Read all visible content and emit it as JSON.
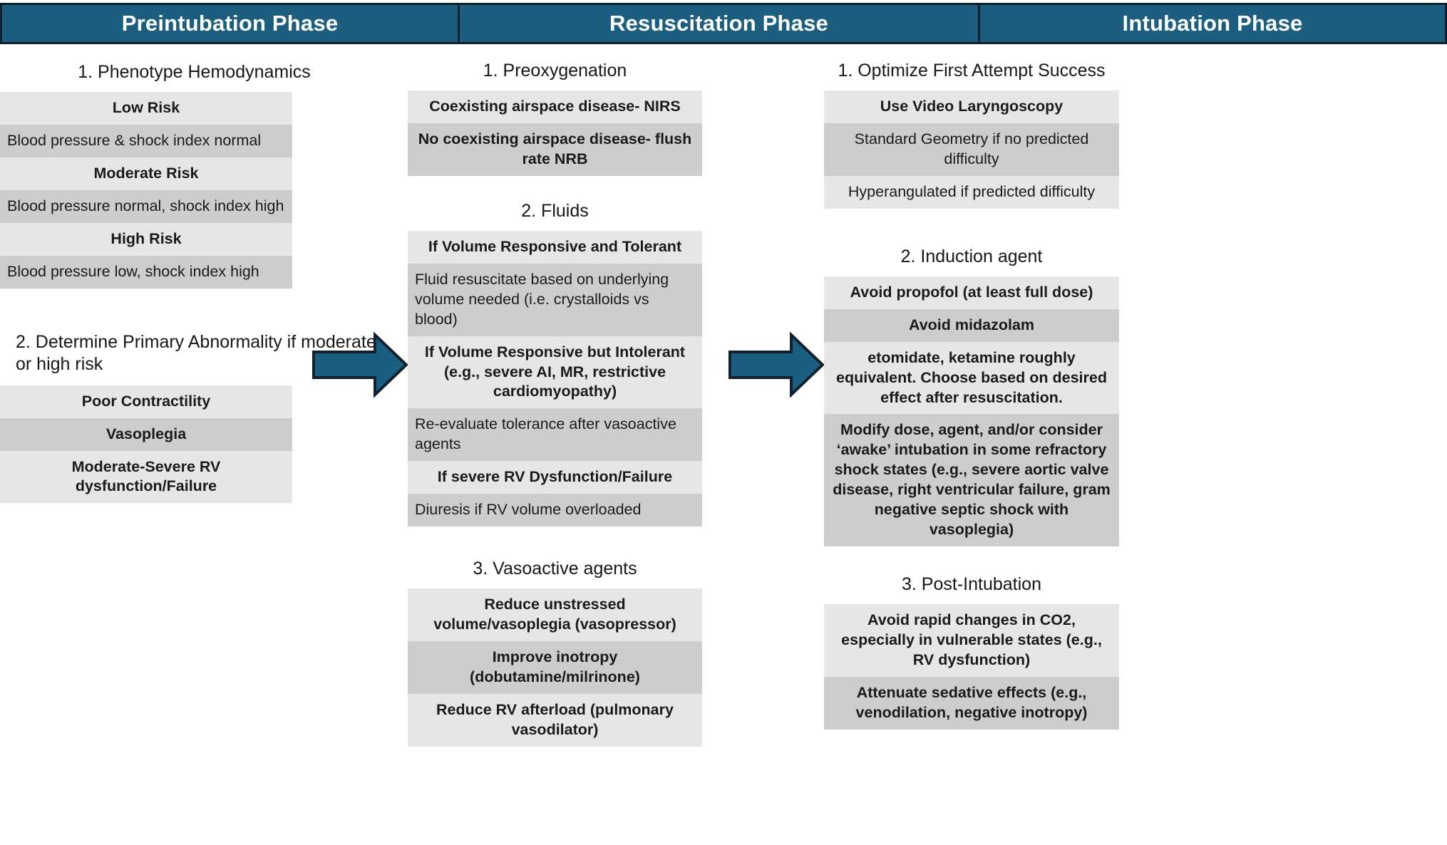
{
  "colors": {
    "header_bg": "#1b5e80",
    "header_border": "#11212e",
    "header_text": "#ffffff",
    "row_light": "#e6e6e6",
    "row_dark": "#cdcdcd",
    "arrow_fill": "#1b5e80",
    "arrow_stroke": "#11212e"
  },
  "headers": {
    "phase1": "Preintubation Phase",
    "phase2": "Resuscitation Phase",
    "phase3": "Intubation Phase"
  },
  "col1": {
    "s1": {
      "title": "1. Phenotype Hemodynamics",
      "rows": [
        "Low Risk",
        "Blood pressure & shock index normal",
        "Moderate Risk",
        "Blood pressure normal, shock index high",
        "High Risk",
        "Blood pressure low, shock index high"
      ]
    },
    "s2": {
      "title": "2. Determine Primary Abnormality if moderate or high risk",
      "rows": [
        "Poor Contractility",
        "Vasoplegia",
        "Moderate-Severe RV dysfunction/Failure"
      ]
    }
  },
  "col2": {
    "s1": {
      "title": "1. Preoxygenation",
      "rows": [
        "Coexisting airspace disease- NIRS",
        "No coexisting airspace disease- flush rate NRB"
      ]
    },
    "s2": {
      "title": "2. Fluids",
      "rows": [
        "If Volume Responsive and Tolerant",
        "Fluid resuscitate based on underlying volume needed (i.e. crystalloids vs blood)",
        "If Volume Responsive but Intolerant (e.g., severe AI, MR, restrictive cardiomyopathy)",
        "Re-evaluate tolerance after vasoactive agents",
        "If severe RV Dysfunction/Failure",
        "Diuresis if RV volume overloaded"
      ]
    },
    "s3": {
      "title": "3. Vasoactive agents",
      "rows": [
        "Reduce unstressed volume/vasoplegia (vasopressor)",
        "Improve inotropy (dobutamine/milrinone)",
        "Reduce RV afterload (pulmonary vasodilator)"
      ]
    }
  },
  "col3": {
    "s1": {
      "title": "1. Optimize First Attempt Success",
      "rows": [
        "Use Video Laryngoscopy",
        "Standard Geometry if no predicted difficulty",
        "Hyperangulated if predicted difficulty"
      ]
    },
    "s2": {
      "title": "2. Induction agent",
      "rows": [
        "Avoid propofol (at least full dose)",
        "Avoid midazolam",
        "etomidate, ketamine roughly equivalent. Choose based on desired effect after resuscitation.",
        "Modify dose, agent, and/or consider ‘awake’ intubation in some refractory shock states (e.g., severe aortic valve disease, right ventricular failure, gram negative septic shock with vasoplegia)"
      ]
    },
    "s3": {
      "title": "3. Post-Intubation",
      "rows": [
        "Avoid rapid changes in CO2, especially in vulnerable states (e.g., RV dysfunction)",
        "Attenuate sedative effects (e.g., venodilation, negative inotropy)"
      ]
    }
  },
  "arrows": {
    "arrow1_name": "preintubation-to-resuscitation",
    "arrow2_name": "resuscitation-to-intubation"
  }
}
